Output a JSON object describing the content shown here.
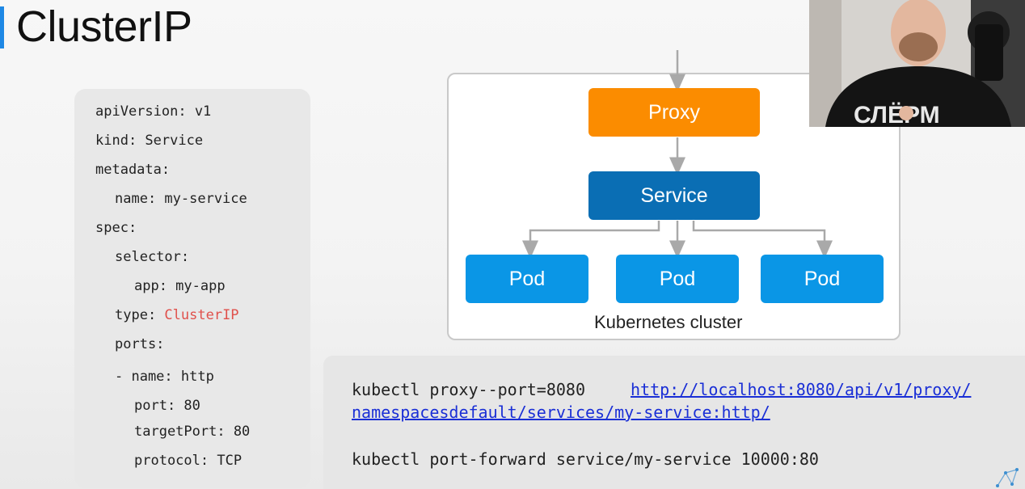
{
  "slide": {
    "title": "ClusterIP"
  },
  "yaml": {
    "lines": [
      "apiVersion: v1",
      "kind: Service",
      "metadata:",
      "name: my-service",
      "spec:",
      "selector:",
      "app: my-app",
      "type: ",
      "ports:",
      "- name: http",
      "port: 80",
      "targetPort: 80",
      "protocol: TCP"
    ],
    "type_value": "ClusterIP"
  },
  "diagram": {
    "proxy_label": "Proxy",
    "service_label": "Service",
    "pod_labels": [
      "Pod",
      "Pod",
      "Pod"
    ],
    "cluster_label": "Kubernetes cluster",
    "colors": {
      "proxy": "#fb8c00",
      "service": "#0a6eb4",
      "pod": "#0a96e6"
    }
  },
  "commands": {
    "cmd1": "kubectl proxy--port=8080",
    "link_part1": "http://localhost:8080/api/v1/proxy/",
    "link_part2": "namespacesdefault/services/my-service:http/",
    "cmd2": "kubectl port-forward service/my-service 10000:80"
  },
  "webcam": {
    "shirt_text": "СЛЁРМ"
  }
}
